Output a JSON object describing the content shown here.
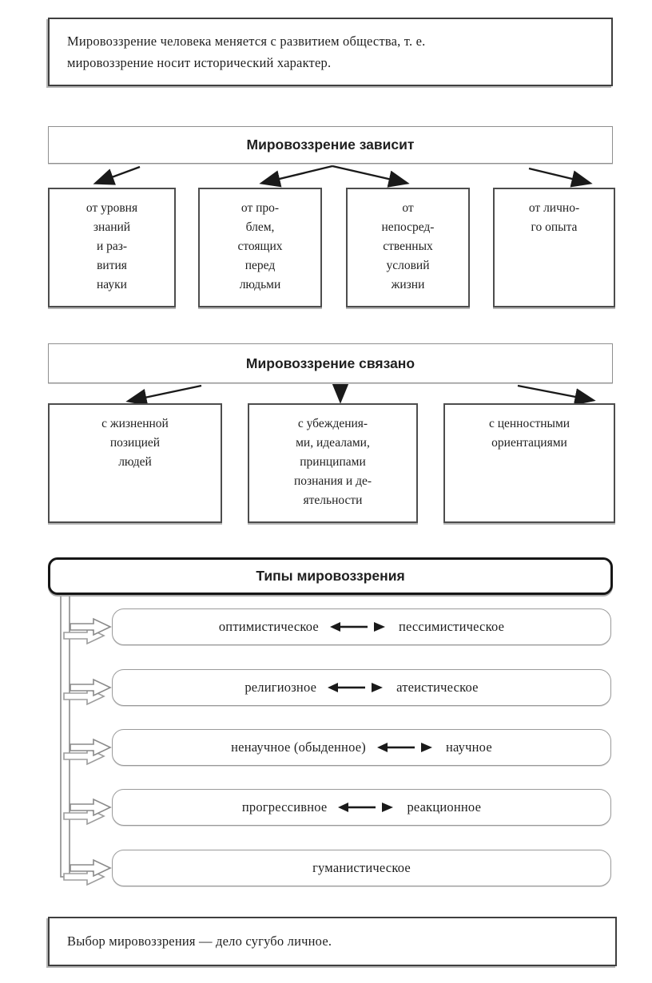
{
  "intro_box": {
    "text": "Мировоззрение человека меняется с развитием общества, т. е.\nмировоззрение носит исторический характер."
  },
  "depends_section": {
    "title": "Мировоззрение зависит",
    "boxes": [
      {
        "text": "от уровня\nзнаний\nи раз-\nвития\nнауки"
      },
      {
        "text": "от про-\nблем,\nстоящих\nперед\nлюдьми"
      },
      {
        "text": "от\nнепосред-\nственных\nусловий\nжизни"
      },
      {
        "text": "от лично-\nго опыта"
      }
    ]
  },
  "connected_section": {
    "title": "Мировоззрение связано",
    "boxes": [
      {
        "text": "с жизненной\nпозицией\nлюдей"
      },
      {
        "text": "с убеждения-\nми, идеалами,\nпринципами\nпознания и де-\nятельности"
      },
      {
        "text": "с ценностными\nориентациями"
      }
    ]
  },
  "types_section": {
    "title": "Типы мировоззрения",
    "pairs": [
      {
        "left": "оптимистическое",
        "right": "пессимистическое"
      },
      {
        "left": "религиозное",
        "right": "атеистическое"
      },
      {
        "left": "ненаучное (обыденное)",
        "right": "научное"
      },
      {
        "left": "прогрессивное",
        "right": "реакционное"
      },
      {
        "left": "гуманистическое",
        "right": ""
      }
    ]
  },
  "footer_box": {
    "text": "Выбор мировоззрения — дело сугубо личное."
  },
  "colors": {
    "text": "#1f1f1f",
    "arrow_black": "#1a1a1a",
    "outline_gray": "#8a8a8a",
    "border_dark": "#4d4d4d",
    "border_light": "#9a9a9a"
  }
}
